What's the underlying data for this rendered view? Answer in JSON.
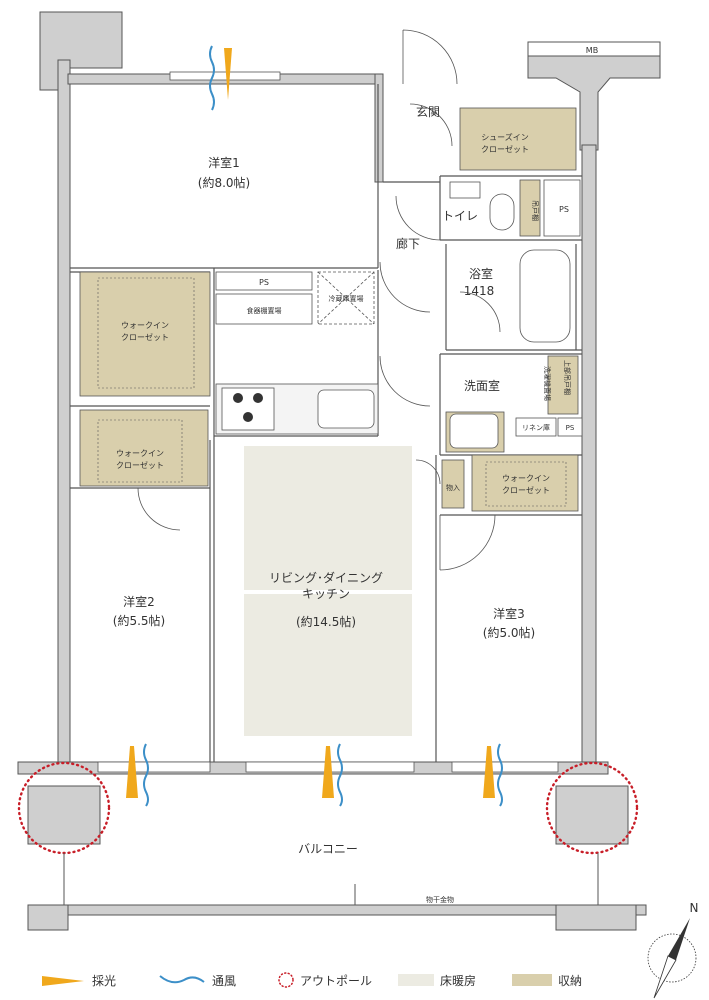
{
  "rooms": {
    "bedroom1_name": "洋室1",
    "bedroom1_size": "(約8.0帖)",
    "entrance": "玄関",
    "shoe_closet_1": "シューズイン",
    "shoe_closet_2": "クローゼット",
    "toilet": "トイレ",
    "hallway": "廊下",
    "bath_name": "浴室",
    "bath_size": "1418",
    "washroom": "洗面室",
    "linen": "リネン庫",
    "upper_shelf": "上部吊戸棚",
    "washer": "洗濯機置場",
    "pantry": "物入",
    "wic1_1": "ウォークイン",
    "wic1_2": "クローゼット",
    "wic2_1": "ウォークイン",
    "wic2_2": "クローゼット",
    "wic3_1": "ウォークイン",
    "wic3_2": "クローゼット",
    "dish_shelf": "食器棚置場",
    "fridge": "冷蔵庫置場",
    "ldk_1": "リビング･ダイニング",
    "ldk_2": "キッチン",
    "ldk_size": "(約14.5帖)",
    "bedroom2_name": "洋室2",
    "bedroom2_size": "(約5.5帖)",
    "bedroom3_name": "洋室3",
    "bedroom3_size": "(約5.0帖)",
    "balcony": "バルコニー",
    "drying_rack": "物干金物",
    "mb": "MB",
    "ps1": "PS",
    "ps2": "PS",
    "ps3": "PS",
    "shelf_vertical": "吊戸棚"
  },
  "legend": {
    "light": "採光",
    "wind": "通風",
    "outpole": "アウトポール",
    "floor_heating": "床暖房",
    "storage": "収納"
  },
  "compass": {
    "north": "N"
  },
  "colors": {
    "wall": "#cfcfcf",
    "wall_stroke": "#555555",
    "storage": "#d9cfac",
    "floor_heating": "#ecebe2",
    "light": "#f0a81c",
    "wind": "#3c8fc8",
    "outpole": "#c81e28"
  }
}
